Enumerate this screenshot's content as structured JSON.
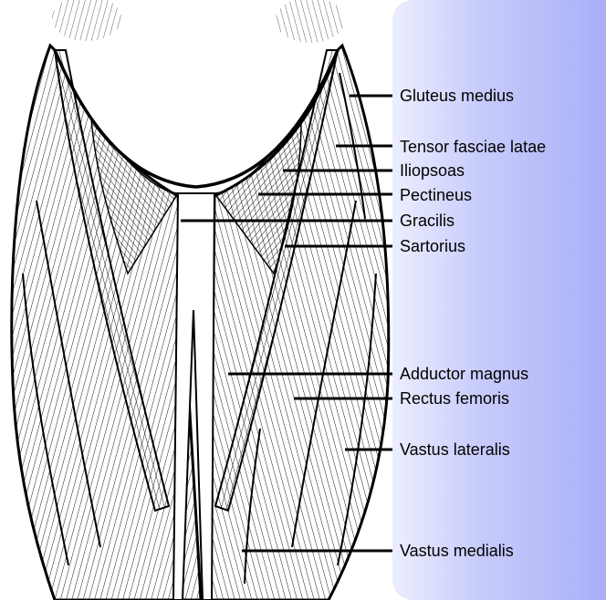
{
  "labels": [
    "Gluteus medius",
    "Tensor fasciae latae",
    "Iliopsoas",
    "Pectineus",
    "Gracilis",
    "Sartorius",
    "Adductor magnus",
    "Rectus femoris",
    "Vastus lateralis",
    "Vastus medialis"
  ],
  "colors": {
    "panel_light": "#eceeff",
    "panel_dark": "#a9aff7",
    "ink": "#000000"
  }
}
